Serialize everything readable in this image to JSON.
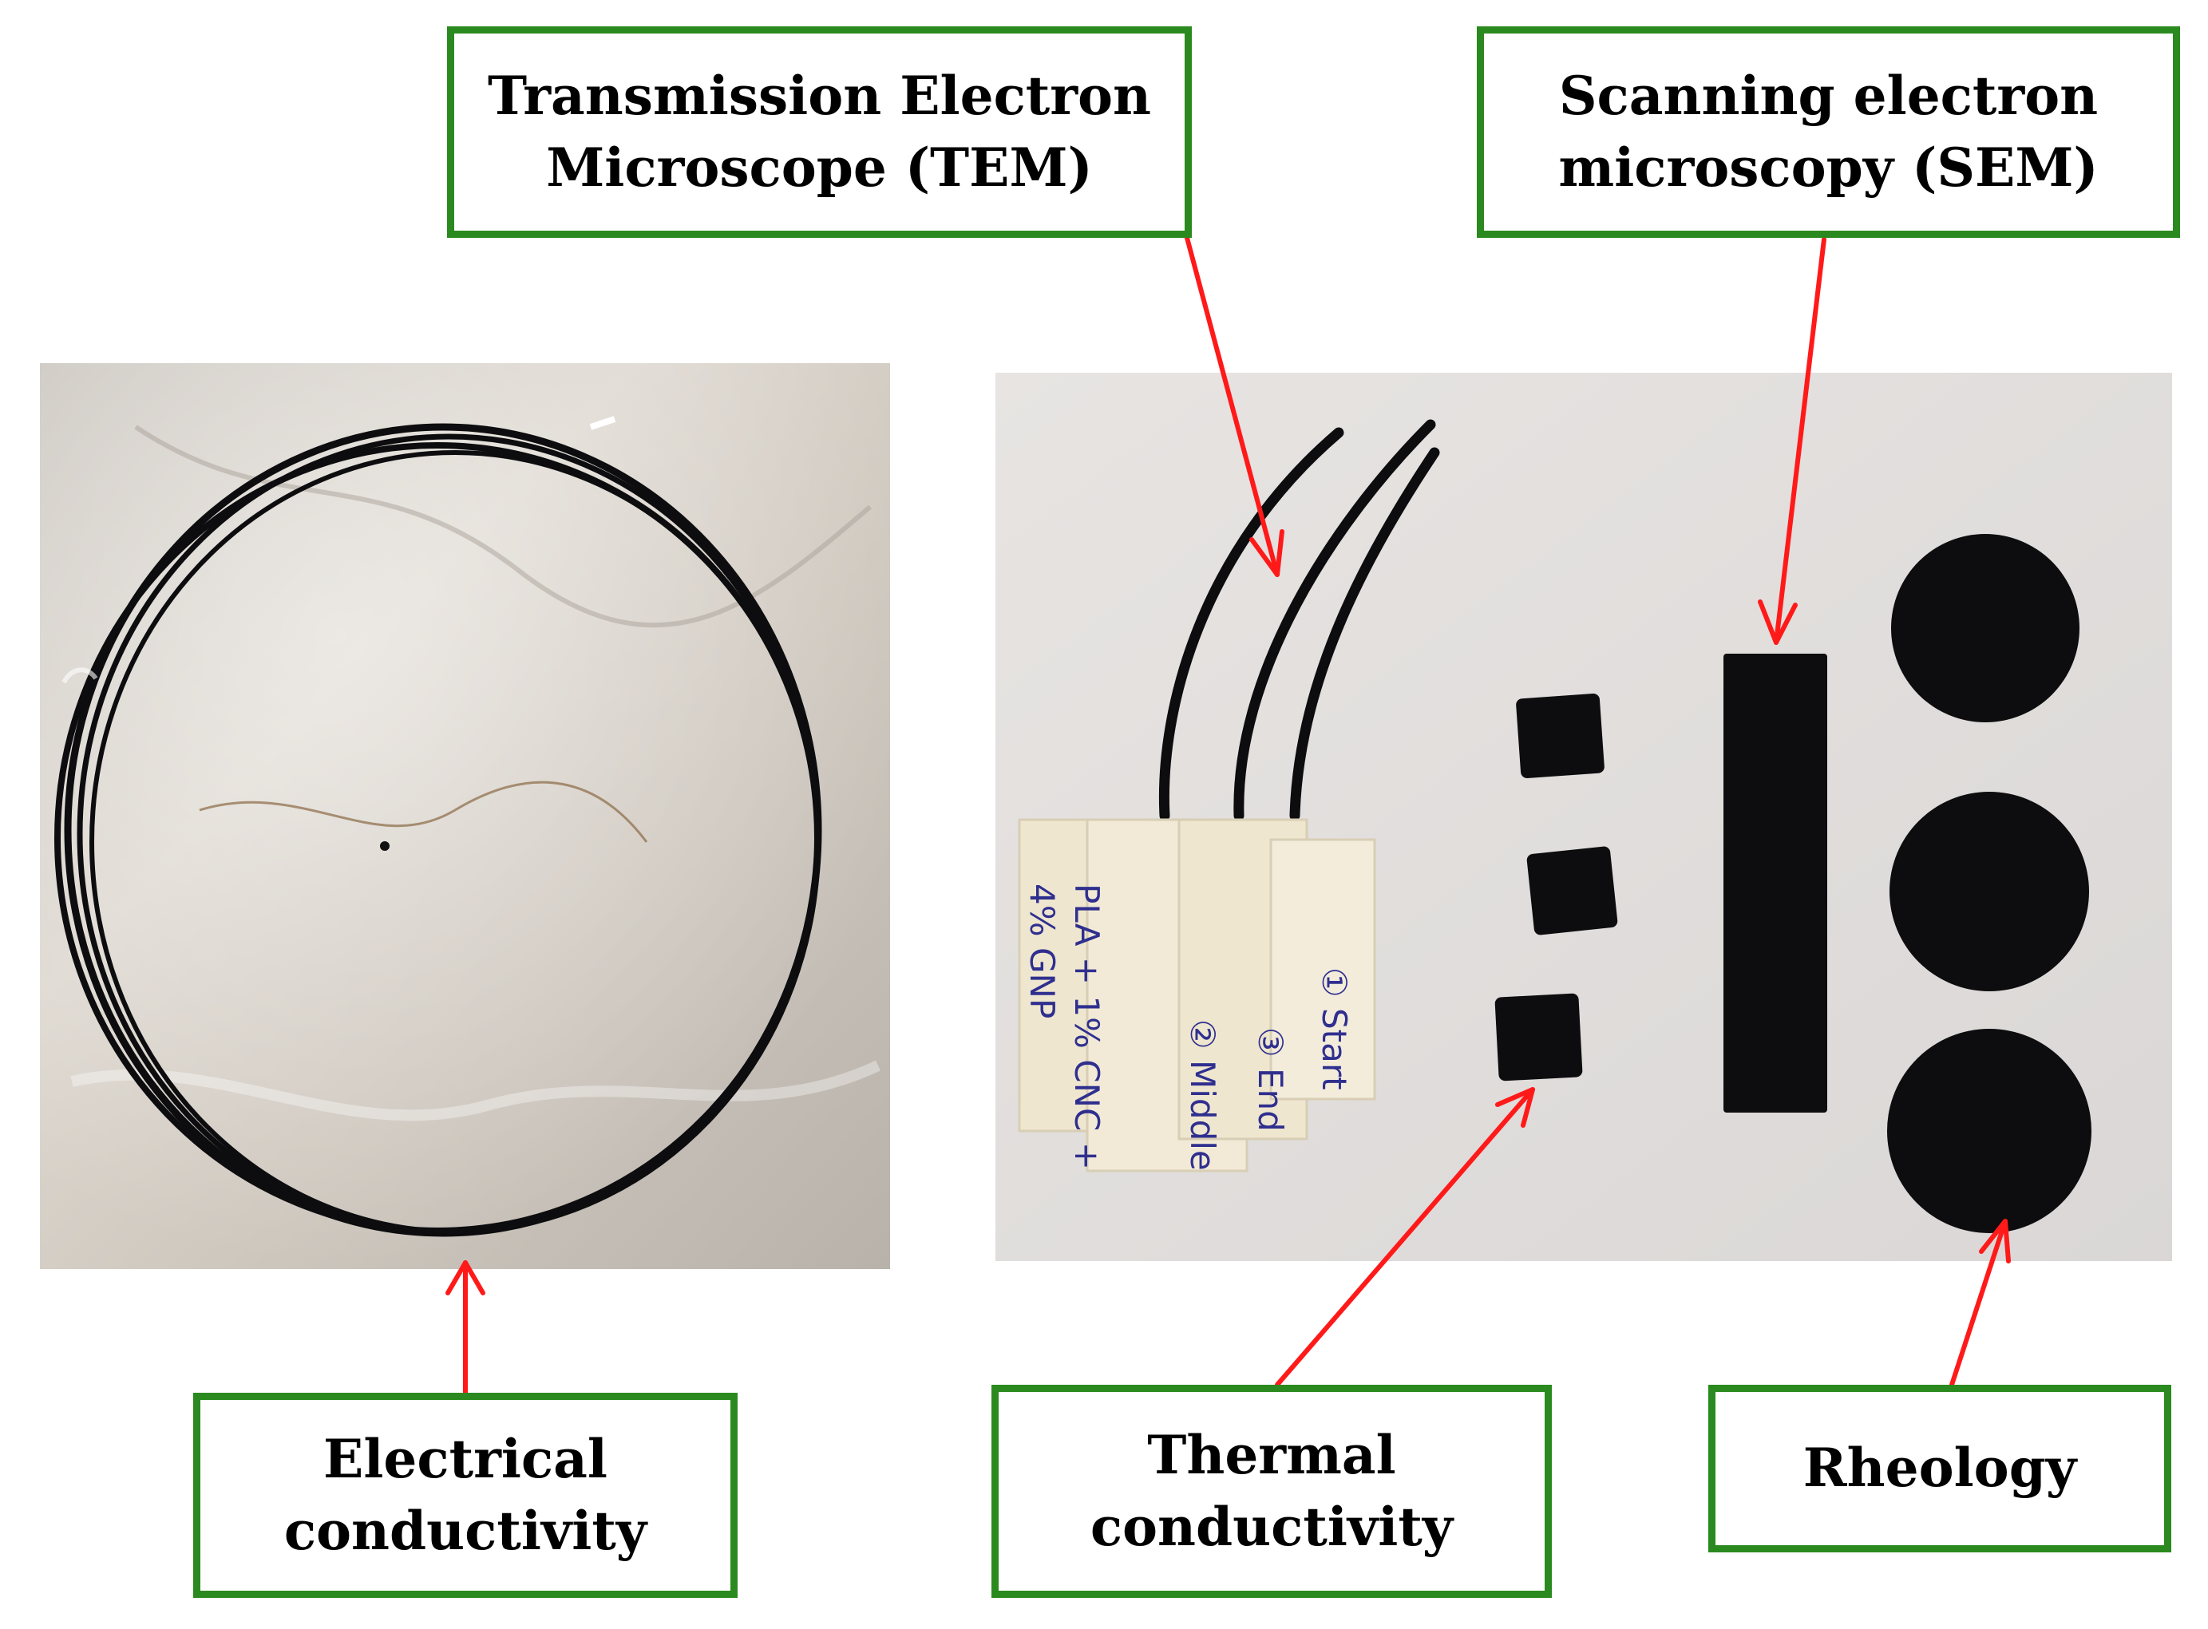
{
  "labels": {
    "tem": {
      "line1": "Transmission Electron",
      "line2": "Microscope (TEM)"
    },
    "sem": {
      "line1": "Scanning electron",
      "line2": "microscopy (SEM)"
    },
    "electrical": {
      "line1": "Electrical",
      "line2": "conductivity"
    },
    "thermal": {
      "line1": "Thermal",
      "line2": "conductivity"
    },
    "rheology": {
      "line1": "Rheology"
    }
  },
  "handwriting": {
    "note_left_line1": "PLA + 1% CNC +",
    "note_left_line2": "4% GNP",
    "note_middle": "② Middle",
    "note_end": "③ End",
    "note_start": "① Start"
  },
  "colors": {
    "box_border": "#2b8a1f",
    "arrow": "#ff1a1a",
    "sample": "#0d0d0f",
    "paper": "#efe6cf"
  }
}
